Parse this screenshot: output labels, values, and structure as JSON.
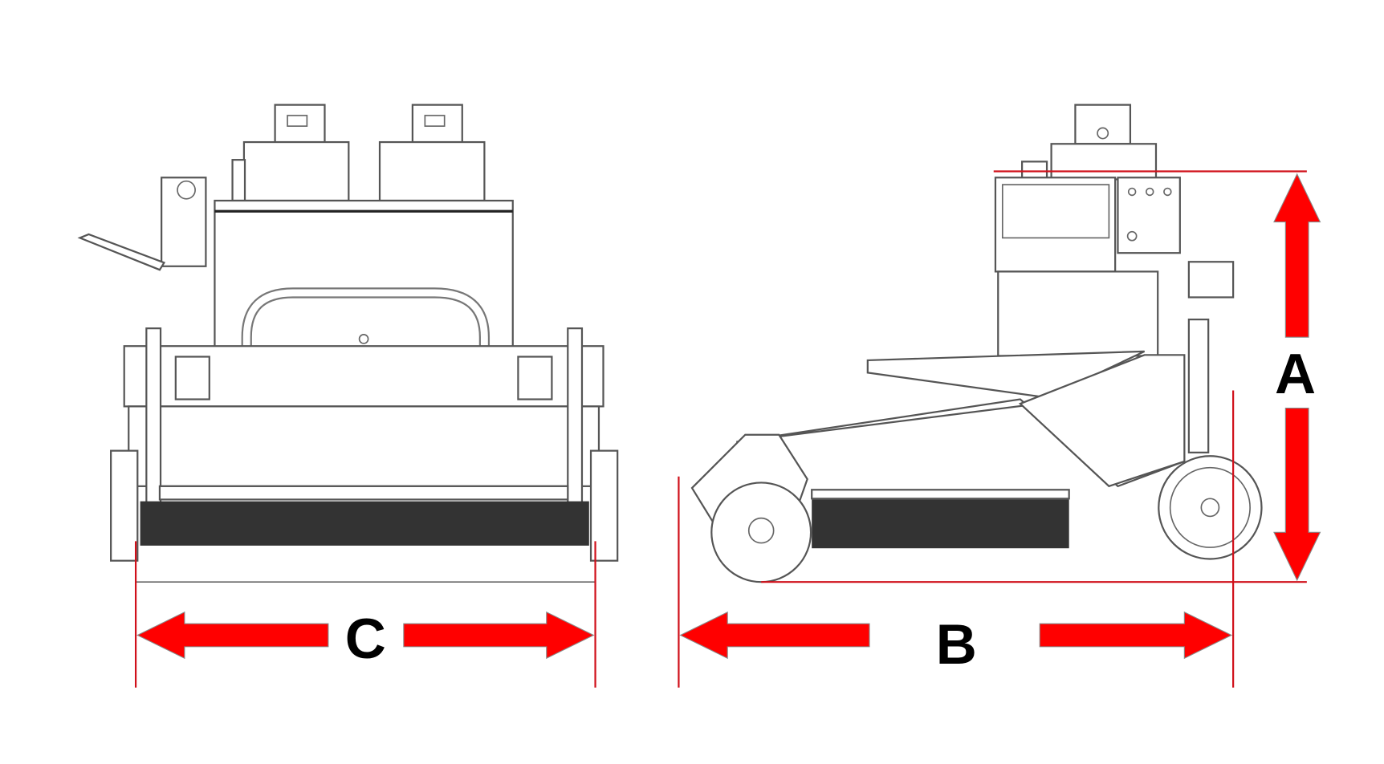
{
  "dimensions": {
    "height_label": "A",
    "length_label": "B",
    "width_label": "C"
  },
  "colors": {
    "arrow": "#ff0000",
    "dimension_line": "#d0101a"
  }
}
